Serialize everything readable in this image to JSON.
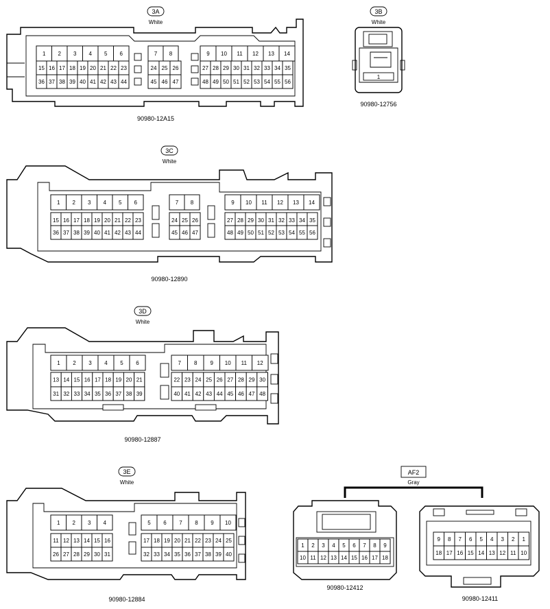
{
  "connectors": {
    "c3a": {
      "badge": "3A",
      "color": "White",
      "part": "90980-12A15",
      "rows": [
        [
          [
            "1",
            "2",
            "3",
            "4",
            "5",
            "6"
          ],
          [
            "7",
            "8"
          ],
          [
            "9",
            "10",
            "11",
            "12",
            "13",
            "14"
          ]
        ],
        [
          [
            "15",
            "16",
            "17",
            "18",
            "19",
            "20",
            "21",
            "22",
            "23"
          ],
          [
            "24",
            "25",
            "26"
          ],
          [
            "27",
            "28",
            "29",
            "30",
            "31",
            "32",
            "33",
            "34",
            "35"
          ]
        ],
        [
          [
            "36",
            "37",
            "38",
            "39",
            "40",
            "41",
            "42",
            "43",
            "44"
          ],
          [
            "45",
            "46",
            "47"
          ],
          [
            "48",
            "49",
            "50",
            "51",
            "52",
            "53",
            "54",
            "55",
            "56"
          ]
        ]
      ]
    },
    "c3b": {
      "badge": "3B",
      "color": "White",
      "part": "90980-12756",
      "pin": "1"
    },
    "c3c": {
      "badge": "3C",
      "color": "White",
      "part": "90980-12890",
      "rows": [
        [
          [
            "1",
            "2",
            "3",
            "4",
            "5",
            "6"
          ],
          [
            "7",
            "8"
          ],
          [
            "9",
            "10",
            "11",
            "12",
            "13",
            "14"
          ]
        ],
        [
          [
            "15",
            "16",
            "17",
            "18",
            "19",
            "20",
            "21",
            "22",
            "23"
          ],
          [
            "24",
            "25",
            "26"
          ],
          [
            "27",
            "28",
            "29",
            "30",
            "31",
            "32",
            "33",
            "34",
            "35"
          ]
        ],
        [
          [
            "36",
            "37",
            "38",
            "39",
            "40",
            "41",
            "42",
            "43",
            "44"
          ],
          [
            "45",
            "46",
            "47"
          ],
          [
            "48",
            "49",
            "50",
            "51",
            "52",
            "53",
            "54",
            "55",
            "56"
          ]
        ]
      ]
    },
    "c3d": {
      "badge": "3D",
      "color": "White",
      "part": "90980-12887",
      "rows": [
        [
          [
            "1",
            "2",
            "3",
            "4",
            "5",
            "6"
          ],
          [
            "7",
            "8",
            "9",
            "10",
            "11",
            "12"
          ]
        ],
        [
          [
            "13",
            "14",
            "15",
            "16",
            "17",
            "18",
            "19",
            "20",
            "21"
          ],
          [
            "22",
            "23",
            "24",
            "25",
            "26",
            "27",
            "28",
            "29",
            "30"
          ]
        ],
        [
          [
            "31",
            "32",
            "33",
            "34",
            "35",
            "36",
            "37",
            "38",
            "39"
          ],
          [
            "40",
            "41",
            "42",
            "43",
            "44",
            "45",
            "46",
            "47",
            "48"
          ]
        ]
      ]
    },
    "c3e": {
      "badge": "3E",
      "color": "White",
      "part": "90980-12884",
      "rows": [
        [
          [
            "1",
            "2",
            "3",
            "4"
          ],
          [
            "5",
            "6",
            "7",
            "8",
            "9",
            "10"
          ]
        ],
        [
          [
            "11",
            "12",
            "13",
            "14",
            "15",
            "16"
          ],
          [
            "17",
            "18",
            "19",
            "20",
            "21",
            "22",
            "23",
            "24",
            "25"
          ]
        ],
        [
          [
            "26",
            "27",
            "28",
            "29",
            "30",
            "31"
          ],
          [
            "32",
            "33",
            "34",
            "35",
            "36",
            "37",
            "38",
            "39",
            "40"
          ]
        ]
      ]
    },
    "af2": {
      "badge": "AF2",
      "color": "Gray",
      "left": {
        "part": "90980-12412",
        "rows": [
          [
            "1",
            "2",
            "3",
            "4",
            "5",
            "6",
            "7",
            "8",
            "9"
          ],
          [
            "10",
            "11",
            "12",
            "13",
            "14",
            "15",
            "16",
            "17",
            "18"
          ]
        ]
      },
      "right": {
        "part": "90980-12411",
        "rows": [
          [
            "9",
            "8",
            "7",
            "6",
            "5",
            "4",
            "3",
            "2",
            "1"
          ],
          [
            "18",
            "17",
            "16",
            "15",
            "14",
            "13",
            "12",
            "11",
            "10"
          ]
        ]
      }
    }
  }
}
